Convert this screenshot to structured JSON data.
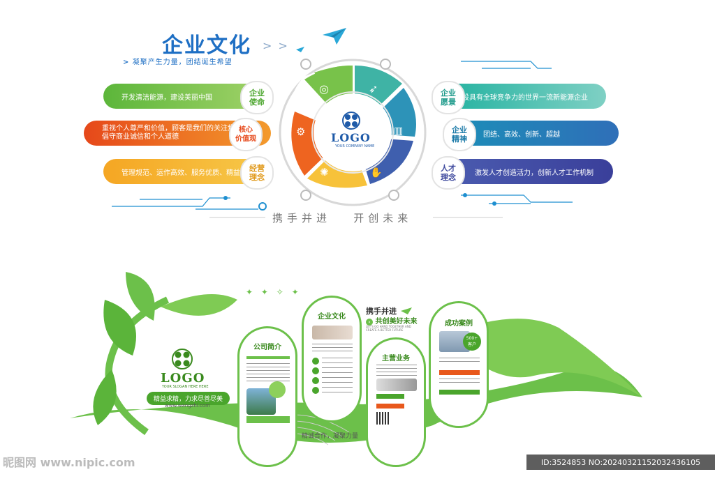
{
  "upper": {
    "title": "企业文化",
    "subtitle": "凝聚产生力量，团结诞生希望",
    "chevrons": "> >",
    "slogan": "携手并进   开创未来",
    "logo": "LOGO",
    "logo_sub": "YOUR COMPANY NAME",
    "left_items": [
      {
        "tag": "企业\n使命",
        "text": "开发清洁能源，建设美丽中国",
        "color": "#6cc04a"
      },
      {
        "tag": "核心\n价值观",
        "text": "重视个人尊严和价值，顾客是我们的关注焦点，\n倡守商业诚信和个人道德",
        "color": "#e8581c"
      },
      {
        "tag": "经营\n理念",
        "text": "管理规范、运作高效、服务优质、精益求精",
        "color": "#f5a623"
      }
    ],
    "right_items": [
      {
        "tag": "企业\n愿景",
        "text": "建设具有全球竞争力的世界一流新能源企业",
        "color": "#2bb3a3"
      },
      {
        "tag": "企业\n精神",
        "text": "团结、高效、创新、超越",
        "color": "#1f87b5"
      },
      {
        "tag": "人才\n理念",
        "text": "激发人才创造活力，创新人才工作机制",
        "color": "#4b4fa8"
      }
    ],
    "petal_icons": [
      "target-icon",
      "rocket-icon",
      "chart-icon",
      "handshake-icon",
      "lightbulb-icon",
      "gear-icon"
    ]
  },
  "lower": {
    "logo": "LOGO",
    "logo_sub": "YOUR SLOGAN HERE HERE",
    "slogan_btn": "精益求精，力求尽善尽美",
    "website": "www.wangzhi.com",
    "footer_slogan": "精诚合作，凝聚力量",
    "header_1": "携手并进",
    "header_2": "共创美好未来",
    "header_small": "LET'S GO HAND TOGETHER AND\nCREATE A BETTER FUTURE",
    "cards": [
      {
        "title": "公司简介"
      },
      {
        "title": "企业文化"
      },
      {
        "title": "主营业务"
      },
      {
        "title": "成功案例",
        "badge_1": "500+",
        "badge_2": "客户"
      }
    ]
  },
  "watermark": {
    "left": "昵图网 www.nipic.com",
    "id": "ID:3524853 NO:20240321152032436105"
  },
  "colors": {
    "green": "#6cc04a",
    "blue": "#1e6fc4",
    "dark_green": "#3a8a1e"
  }
}
